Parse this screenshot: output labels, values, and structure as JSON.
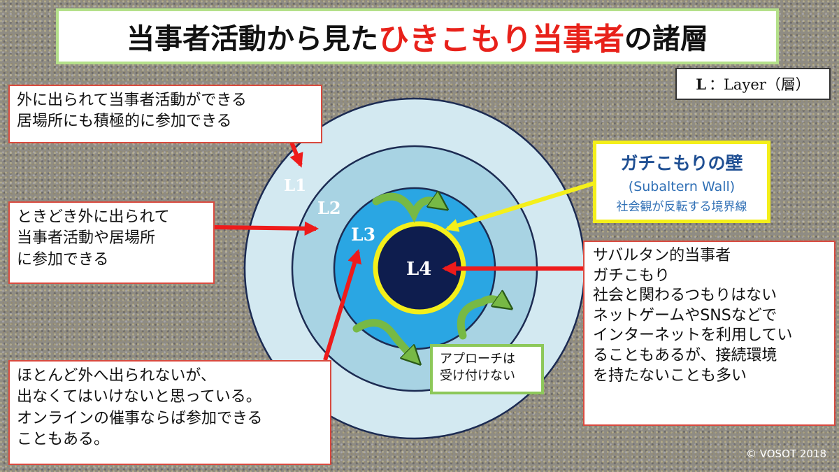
{
  "title": {
    "before": "当事者活動から見た",
    "highlight": "ひきこもり当事者",
    "after": "の諸層"
  },
  "legend": {
    "symbol": "L",
    "text": "：Layer（層）"
  },
  "layers": [
    "L1",
    "L2",
    "L3",
    "L4"
  ],
  "callouts": {
    "l1": [
      "外に出られて当事者活動ができる",
      "居場所にも積極的に参加できる"
    ],
    "l2": [
      "ときどき外に出られて",
      "当事者活動や居場所",
      "に参加できる"
    ],
    "l3": [
      "ほとんど外へ出られないが、",
      "出なくてはいけないと思っている。",
      "オンラインの催事ならば参加できる",
      "こともある。"
    ],
    "l4": [
      "サバルタン的当事者",
      "ガチこもり",
      "社会と関わるつもりはない",
      "ネットゲームやSNSなどで",
      "インターネットを利用してい",
      "ることもあるが、接続環境",
      "を持たないことも多い"
    ]
  },
  "wall": {
    "title": "ガチこもりの壁",
    "subtitle": "(Subaltern Wall)",
    "description": "社会観が反転する境界線"
  },
  "approach": [
    "アプローチは",
    "受け付けない"
  ],
  "copyright": "© VOSOT 2018",
  "colors": {
    "l1": "#d3e9f1",
    "l2": "#a8d3e3",
    "l3": "#2aa6e3",
    "l4": "#0e1d4e",
    "wall_ring": "#f4ef1a",
    "arrow_red": "#ee1b1b",
    "arrow_yellow": "#f4ef1a",
    "green_arrows": "#77b945",
    "title_highlight": "#e8211a"
  }
}
